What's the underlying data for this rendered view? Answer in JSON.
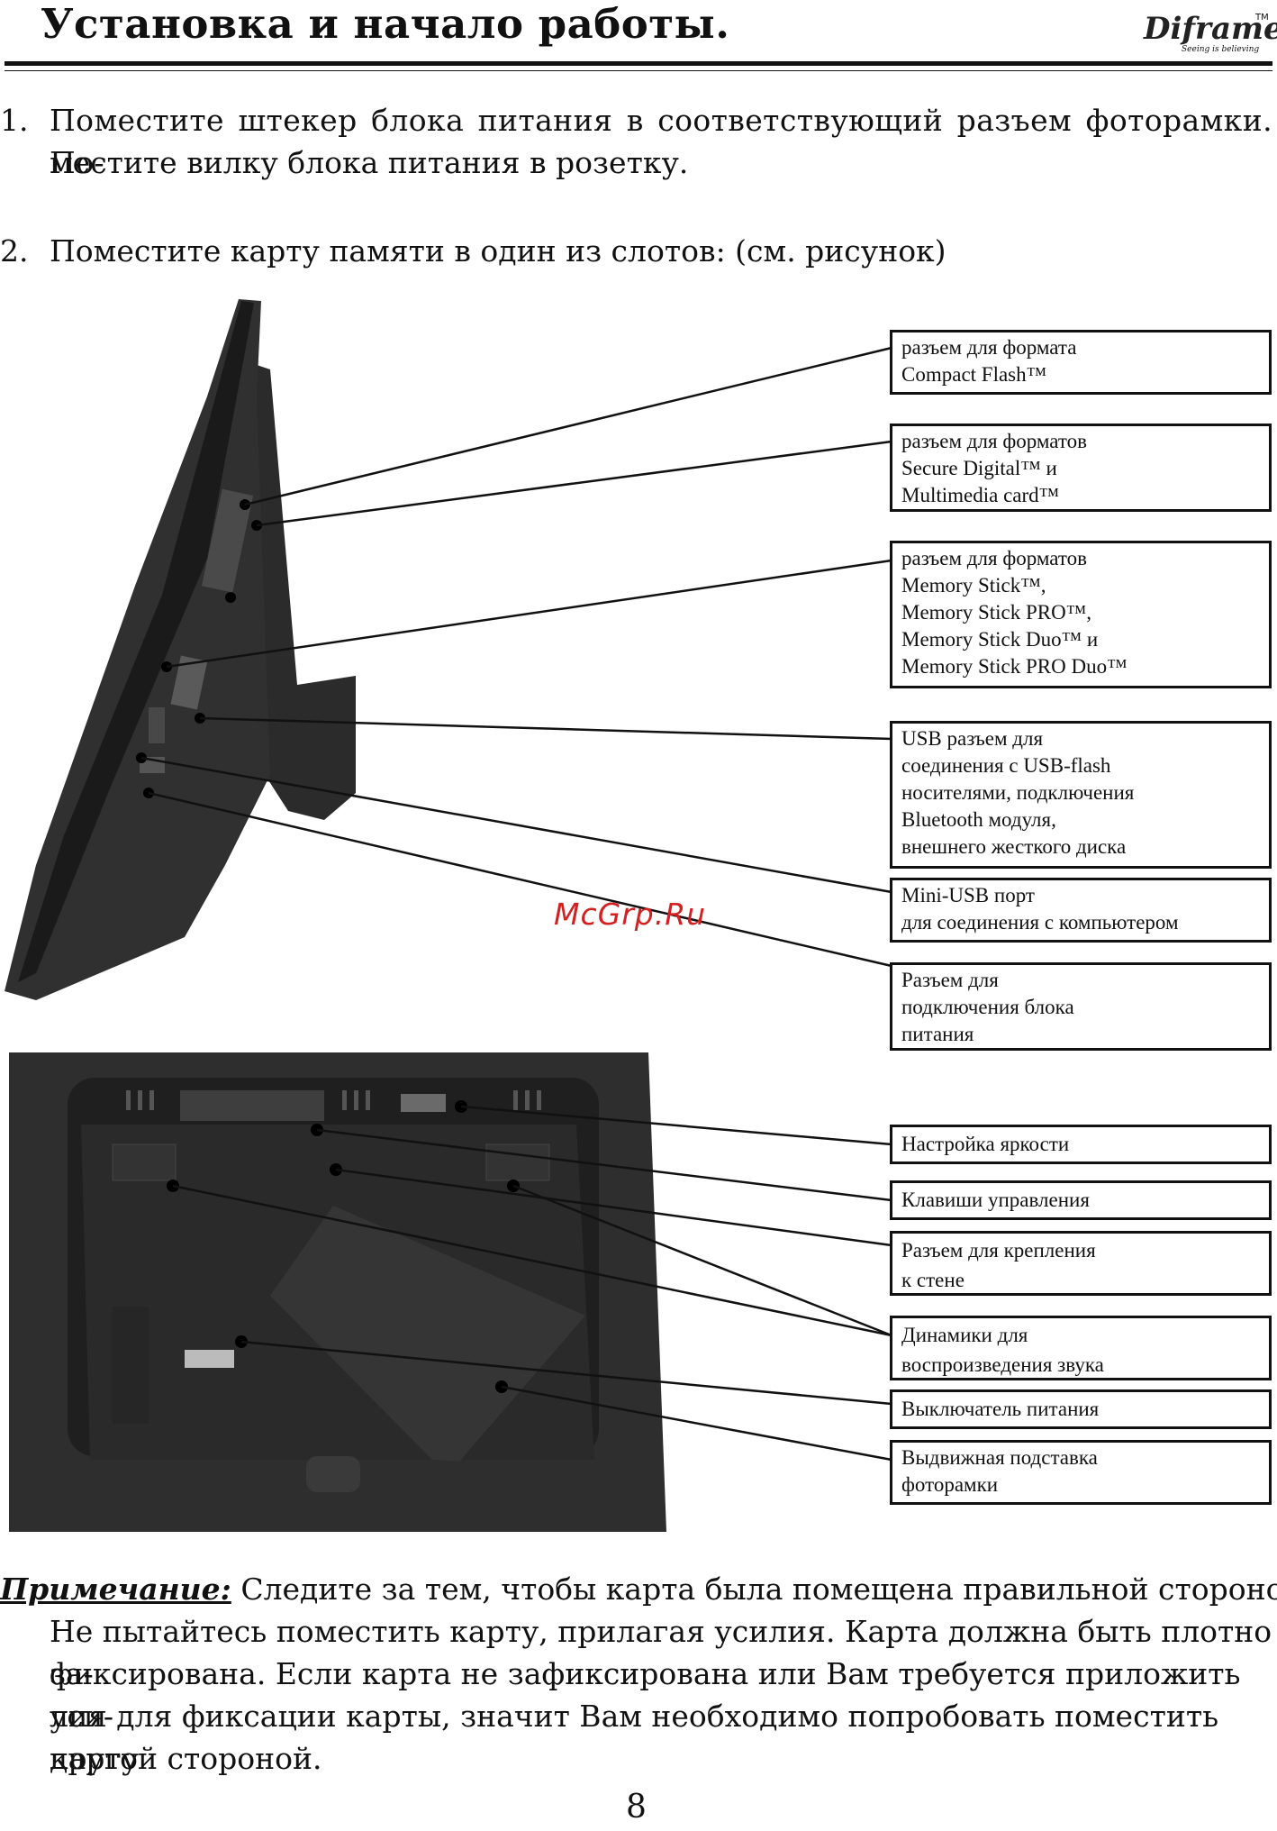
{
  "header": {
    "title": "Установка и начало работы.",
    "logo_text": "Diframe",
    "logo_tm": "TM",
    "logo_tagline": "Seeing is believing"
  },
  "steps": [
    {
      "number": "1.",
      "lines": [
        "Поместите штекер блока питания в соответствующий разъем фоторамки. По-",
        "местите вилку блока питания в розетку."
      ]
    },
    {
      "number": "2.",
      "lines": [
        "Поместите карту памяти в один из слотов: (см. рисунок)"
      ]
    }
  ],
  "side_view_labels": [
    "разъем для формата\nCompact Flash™",
    "разъем для форматов\nSecure Digital™ и\nMultimedia card™",
    "разъем для форматов\nMemory Stick™,\nMemory Stick PRO™,\nMemory Stick Duo™ и\nMemory Stick PRO Duo™",
    "USB разъем для\nсоединения с USB-flash\nносителями, подключения\nBluetooth модуля,\nвнешнего жесткого диска",
    "Mini-USB порт\nдля соединения с компьютером",
    "Разъем для\nподключения блока\nпитания"
  ],
  "back_view_labels": [
    "Настройка яркости",
    "Клавиши управления",
    "Разъем для крепления\nк стене",
    "Динамики для\nвоспроизведения звука",
    "Выключатель питания",
    "Выдвижная подставка\nфоторамки"
  ],
  "watermark": "McGrp.Ru",
  "note": {
    "label": "Примечание:",
    "first_line": " Следите за тем, чтобы карта была помещена правильной стороной.",
    "lines": [
      "Не пытайтесь поместить карту, прилагая усилия. Карта должна быть плотно за-",
      "фиксирована. Если карта не зафиксирована или Вам требуется приложить уси-",
      "лия для фиксации карты, значит Вам необходимо попробовать поместить карту",
      "другой стороной."
    ]
  },
  "page_number": "8"
}
